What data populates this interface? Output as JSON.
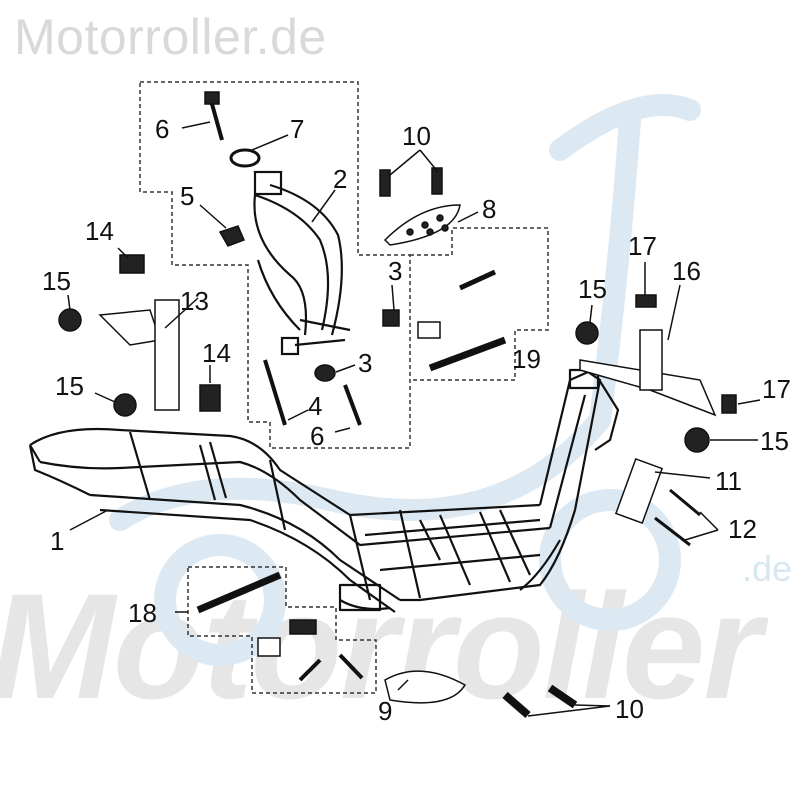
{
  "watermark": {
    "top": "Motorroller.de",
    "big": "Motorroller",
    "suffix": ".de"
  },
  "colors": {
    "line": "#111111",
    "watermark_grey": "#d9d9d9",
    "watermark_blue": "#cfe2ef"
  },
  "callouts": {
    "c1": "1",
    "c2": "2",
    "c3a": "3",
    "c3b": "3",
    "c4": "4",
    "c5": "5",
    "c6a": "6",
    "c6b": "6",
    "c7": "7",
    "c8": "8",
    "c9": "9",
    "c10a": "10",
    "c10b": "10",
    "c11": "11",
    "c12": "12",
    "c13": "13",
    "c14a": "14",
    "c14b": "14",
    "c15a": "15",
    "c15b": "15",
    "c15c": "15",
    "c15d": "15",
    "c16": "16",
    "c17a": "17",
    "c17b": "17",
    "c18": "18",
    "c19": "19"
  }
}
